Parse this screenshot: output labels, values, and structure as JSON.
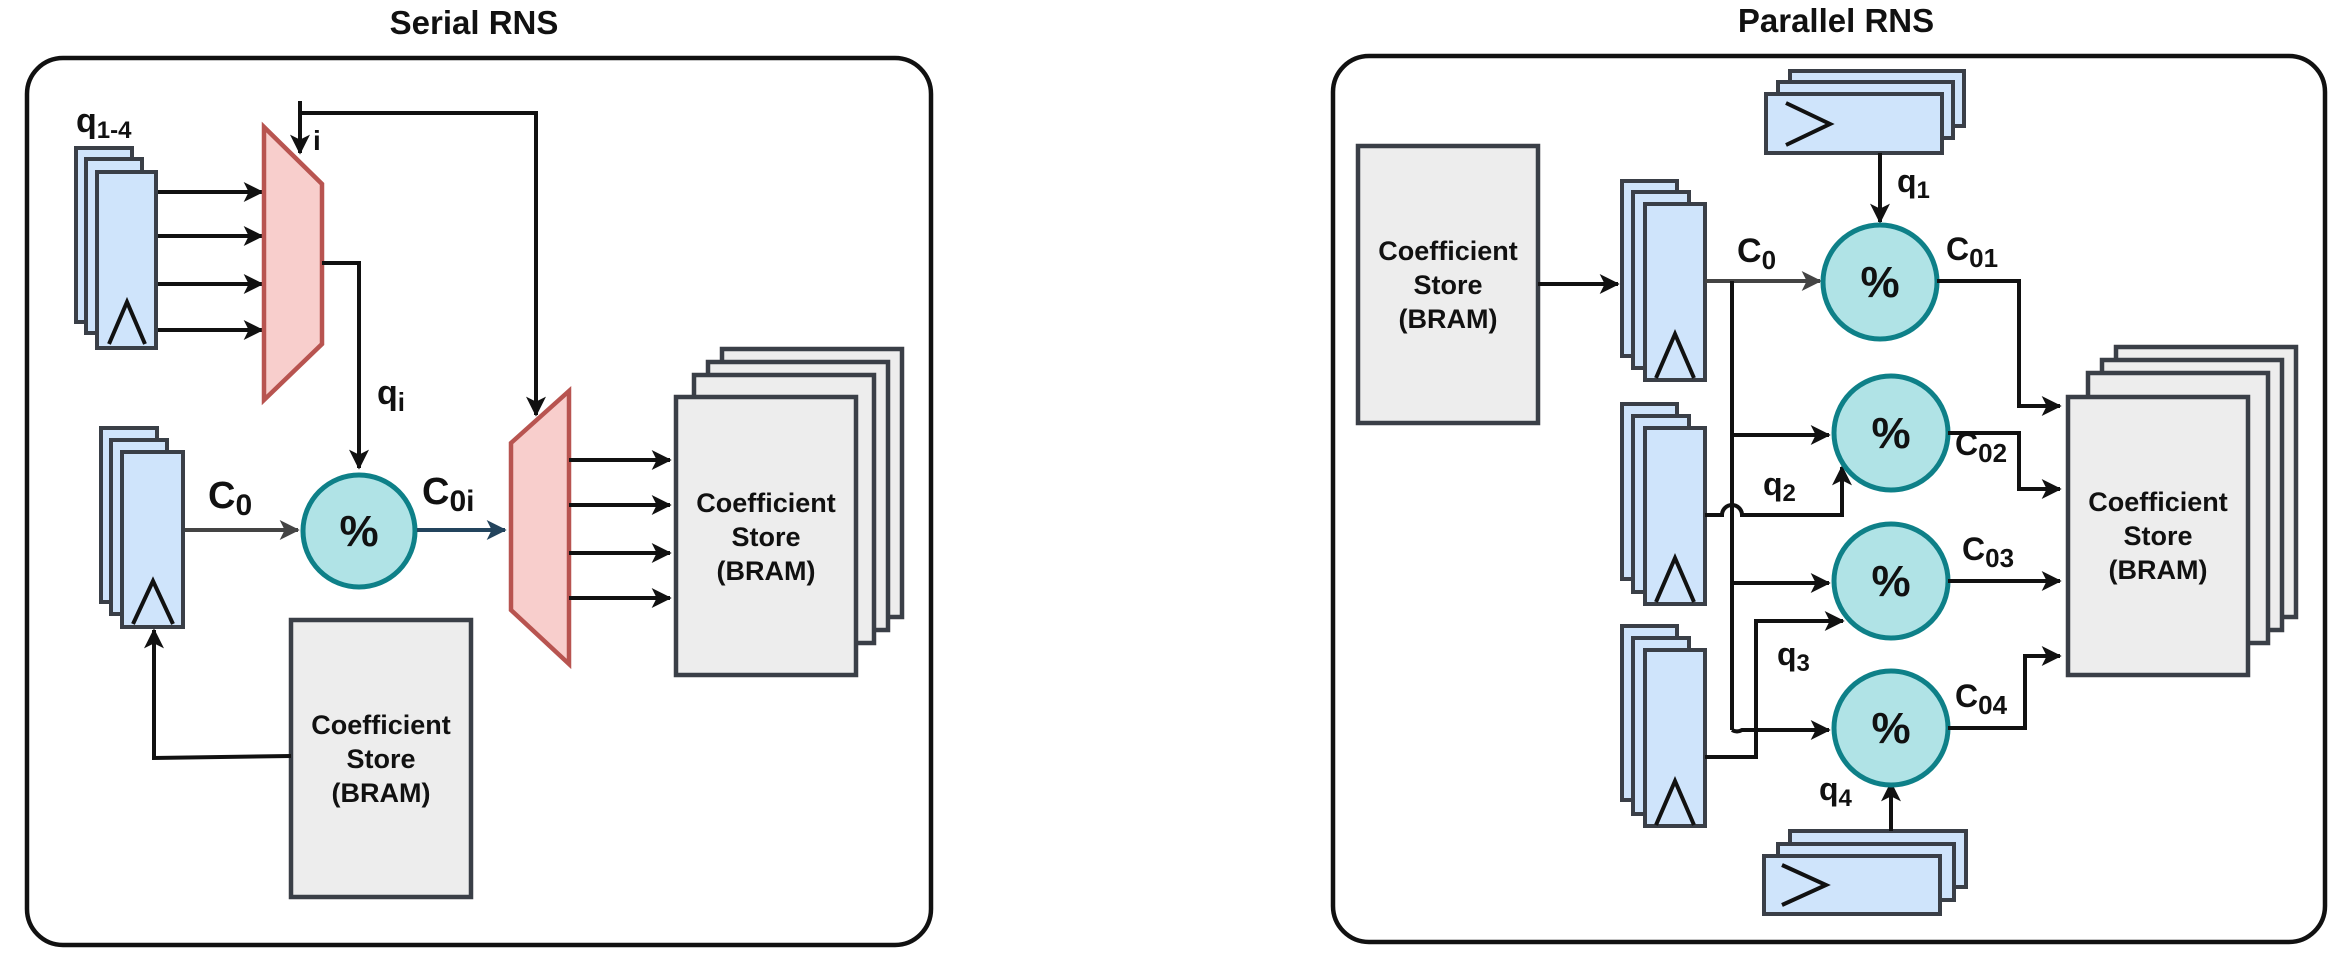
{
  "serial": {
    "title": "Serial RNS",
    "label_q14_main": "q",
    "label_q14_sub": "1-4",
    "label_i": "i",
    "label_qi_main": "q",
    "label_qi_sub": "i",
    "label_c0_main": "C",
    "label_c0_sub": "0",
    "label_c0i_main": "C",
    "label_c0i_sub": "0i",
    "mod_symbol": "%",
    "store_out": {
      "line1": "Coefficient",
      "line2": "Store",
      "line3": "(BRAM)"
    },
    "store_in": {
      "line1": "Coefficient",
      "line2": "Store",
      "line3": "(BRAM)"
    }
  },
  "parallel": {
    "title": "Parallel RNS",
    "store_in": {
      "line1": "Coefficient",
      "line2": "Store",
      "line3": "(BRAM)"
    },
    "store_out": {
      "line1": "Coefficient",
      "line2": "Store",
      "line3": "(BRAM)"
    },
    "label_c0_main": "C",
    "label_c0_sub": "0",
    "mod_symbol": "%",
    "q_labels": [
      {
        "main": "q",
        "sub": "1"
      },
      {
        "main": "q",
        "sub": "2"
      },
      {
        "main": "q",
        "sub": "3"
      },
      {
        "main": "q",
        "sub": "4"
      }
    ],
    "c_outputs": [
      {
        "main": "C",
        "sub": "01"
      },
      {
        "main": "C",
        "sub": "02"
      },
      {
        "main": "C",
        "sub": "03"
      },
      {
        "main": "C",
        "sub": "04"
      }
    ]
  }
}
